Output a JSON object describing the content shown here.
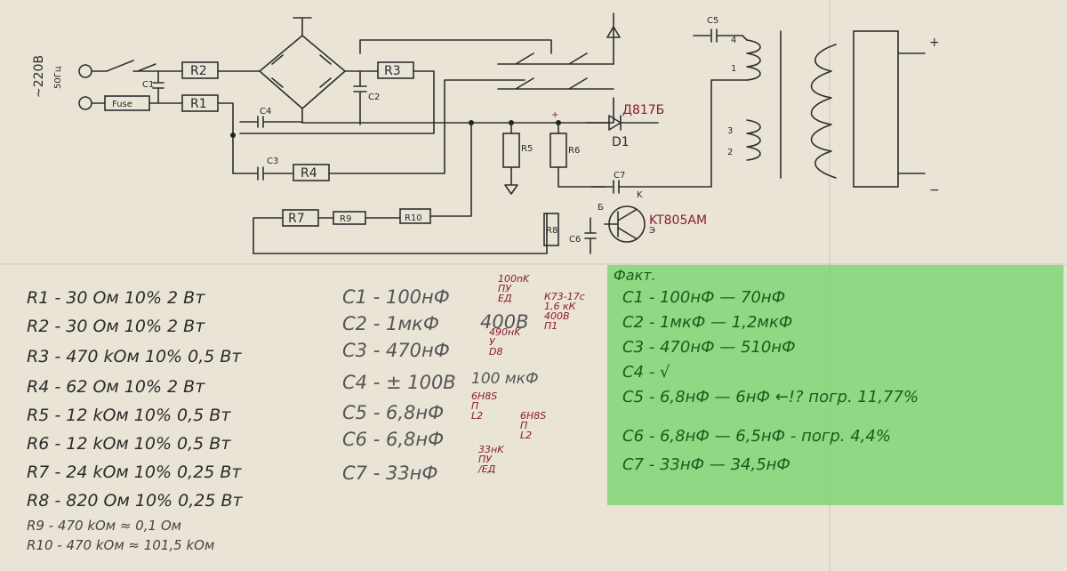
{
  "schematic": {
    "mains_label": "~220В",
    "mains_freq": "50Гц",
    "fuse_label": "Fuse",
    "parts": {
      "r1": "R1",
      "r2": "R2",
      "r3": "R3",
      "r4": "R4",
      "r5": "R5",
      "r6": "R6",
      "r7": "R7",
      "r8": "R8",
      "r9": "R9",
      "r10": "R10",
      "c1": "C1",
      "c2": "C2",
      "c3": "C3",
      "c4": "C4",
      "c5": "C5",
      "c6": "C6",
      "c7": "C7",
      "d1": "D1",
      "diode_type": "Д817Б",
      "transistor": "KT805AM"
    },
    "pins": {
      "b": "Б",
      "k": "K",
      "e": "Э",
      "p1": "1",
      "p2": "2",
      "p3": "3",
      "p4": "4"
    },
    "plus": "+",
    "minus": "−"
  },
  "resistors": [
    {
      "text": "R1 - 30 Ом 10%  2 Вт"
    },
    {
      "text": "R2 - 30 Ом 10%  2 Вт"
    },
    {
      "text": "R3 - 470 kОм 10%  0,5 Вт"
    },
    {
      "text": "R4 - 62 Ом 10%  2 Вт"
    },
    {
      "text": "R5 - 12 kОм 10%  0,5 Вт"
    },
    {
      "text": "R6 - 12 kОм 10%  0,5 Вт"
    },
    {
      "text": "R7 - 24 kОм 10%  0,25 Вт"
    },
    {
      "text": "R8 - 820 Ом 10%  0,25 Вт"
    },
    {
      "text": "R9 - 470 kОм ≈ 0,1 Ом"
    },
    {
      "text": "R10 - 470 kОм ≈ 101,5 kОм"
    }
  ],
  "capacitors": [
    {
      "text": "C1 - 100нФ",
      "extra": ""
    },
    {
      "text": "C2 - 1мкФ",
      "extra": "400В"
    },
    {
      "text": "C3 - 470нФ",
      "extra": ""
    },
    {
      "text": "C4 - ± 100В",
      "extra": "100 мкФ"
    },
    {
      "text": "C5 - 6,8нФ",
      "extra": ""
    },
    {
      "text": "C6 - 6,8нФ",
      "extra": ""
    },
    {
      "text": "C7 - 33нФ",
      "extra": ""
    }
  ],
  "red_notes": {
    "c1": "100nK\nПУ\nЕД",
    "c1b": "К73-17с\n1,6 кК\n400В\nП1",
    "c3": "490нK\nУ\nD8",
    "c5": "6Н8S\nП\nL2",
    "c6": "6Н8S\nП\nL2",
    "c7": "33нK\nПУ\n/ЕД"
  },
  "fact": {
    "title": "Факт.",
    "rows": [
      "C1 - 100нФ — 70нФ",
      "C2 - 1мкФ — 1,2мкФ",
      "C3 - 470нФ — 510нФ",
      "C4 - √",
      "C5 - 6,8нФ — 6нФ  ←!? погр. 11,77%",
      "C6 - 6,8нФ — 6,5нФ - погр. 4,4%",
      "C7 - 33нФ — 34,5нФ"
    ]
  }
}
